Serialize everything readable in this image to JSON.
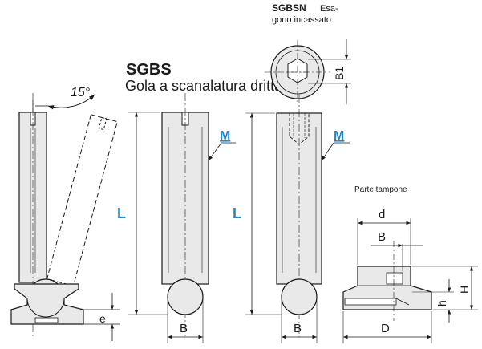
{
  "title": {
    "code": "SGBS",
    "subtitle": "Gola a scanalatura dritta"
  },
  "hex_variant": {
    "code": "SGBSN",
    "desc_line1": "Esa-",
    "desc_line2": "gono incassato"
  },
  "angle_label": "15°",
  "labels": {
    "M": "M",
    "L": "L",
    "B": "B",
    "B1": "B1",
    "e": "e",
    "d": "d",
    "D": "D",
    "H": "H",
    "h": "h"
  },
  "pad_caption": "Parte tampone",
  "colors": {
    "line": "#1a1a1a",
    "accent": "#1e88d8",
    "part_fill": "#e9e9e9",
    "shadow_fill": "#cfcfcf"
  }
}
